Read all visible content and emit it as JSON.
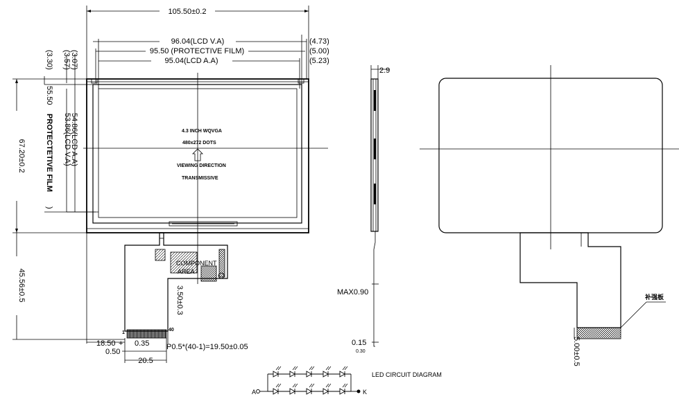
{
  "front_view": {
    "overall_width": "105.50±0.2",
    "lcd_va_width": "96.04(LCD V.A)",
    "film_width": "95.50 (PROTECTIVE FILM)",
    "lcd_aa_width": "95.04(LCD A.A)",
    "offset_va": "(4.73)",
    "offset_film": "(5.00)",
    "offset_aa": "(5.23)",
    "overall_height": "67.20±0.2",
    "fpc_length": "45.56±0.5",
    "offset_330": "(3.30)",
    "offset_357": "(3.57)",
    "offset_307": "(3.07)",
    "film_height": "55.50",
    "film_label": "PROTECTETIVE FILM",
    "lcd_va_height": "53.86(LCD V.A)",
    "lcd_aa_height": "54.86(LCD A.A)",
    "product_line1": "4.3 INCH WQVGA",
    "product_line2": "480x272 DOTS",
    "viewing_direction": "VIEWING DIRECTION",
    "transmissive": "TRANSMISSIVE",
    "component_area_line1": "COMPONENT",
    "component_area_line2": "AREA",
    "fpc_width_dim": "3.50±0.3",
    "pin_1": "1",
    "pin_40": "40",
    "fpc_offset": "18.50",
    "pin_width": "0.35",
    "pin_pitch_start": "0.50",
    "fpc_connector_width": "20.5",
    "pitch_formula": "P0.5*(40-1)=19.50±0.05"
  },
  "side_view": {
    "thickness": "2.9",
    "fpc_thickness_max": "MAX0.90",
    "fpc_thickness_min": "0.15",
    "stiffener_thickness": "0.30"
  },
  "back_view": {
    "stiffener_label": "补强板",
    "stiffener_length": "5.00±0.5"
  },
  "led_circuit": {
    "title": "LED CIRCUIT DIAGRAM",
    "anode": "A",
    "cathode": "K",
    "rows": 2,
    "leds_per_row": 5
  }
}
